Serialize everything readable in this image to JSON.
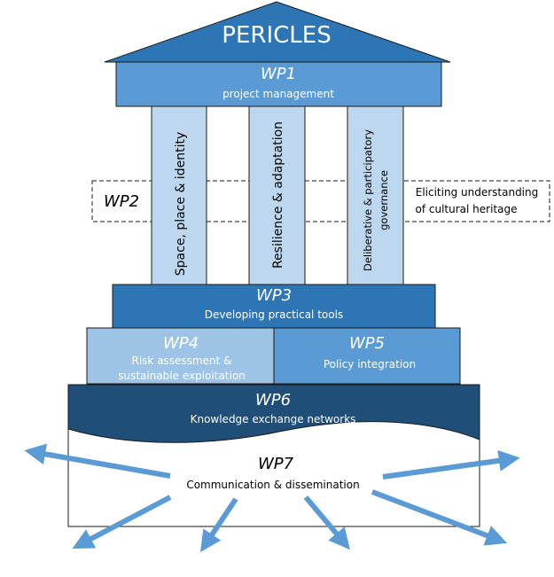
{
  "title": "PERICLES",
  "wp1": {
    "code": "WP1",
    "label": "project management"
  },
  "wp2": {
    "code": "WP2",
    "note_line1": "Eliciting understanding",
    "note_line2": "of cultural heritage"
  },
  "pillars": [
    {
      "label": "Space, place & identity"
    },
    {
      "label": "Resilience & adaptation"
    },
    {
      "label_line1": "Deliberative & participatory",
      "label_line2": "governance"
    }
  ],
  "wp3": {
    "code": "WP3",
    "label": "Developing practical tools"
  },
  "wp4": {
    "code": "WP4",
    "label_line1": "Risk assessment &",
    "label_line2": "sustainable exploitation"
  },
  "wp5": {
    "code": "WP5",
    "label": "Policy integration"
  },
  "wp6": {
    "code": "WP6",
    "label": "Knowledge exchange networks"
  },
  "wp7": {
    "code": "WP7",
    "label": "Communication  & dissemination"
  },
  "colors": {
    "dark": "#2e75b6",
    "darker": "#1f4e79",
    "medium": "#5b9bd5",
    "light": "#9dc3e6",
    "pillar": "#bdd7ee",
    "arrow": "#5b9bd5",
    "border": "#1a1a1a"
  }
}
